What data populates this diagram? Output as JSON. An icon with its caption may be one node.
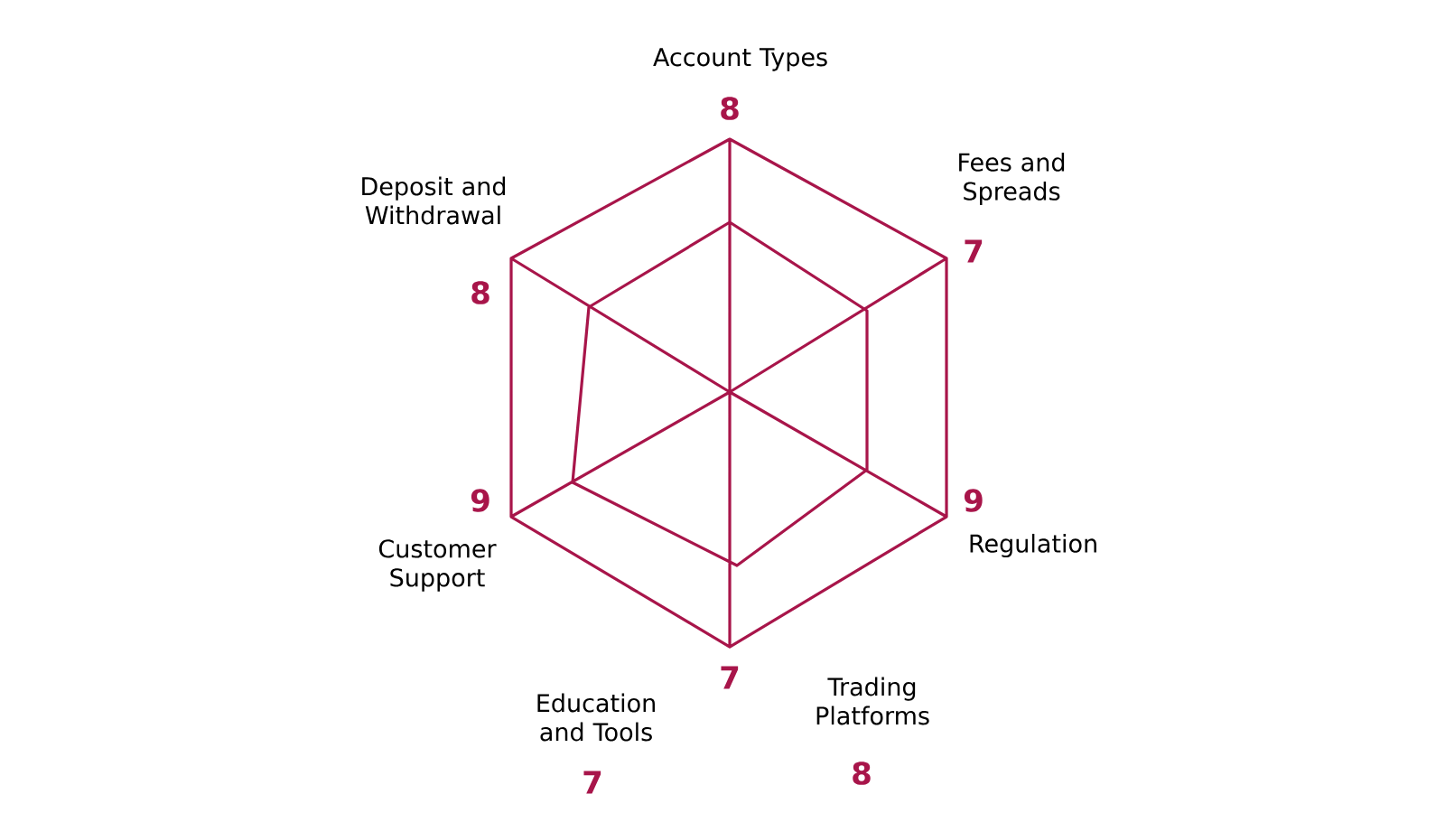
{
  "diagram": {
    "labels": [
      "Account Types",
      "8",
      "Deposit and Withdrawal",
      "Fees and Spreads",
      "8",
      "7",
      "9",
      "9",
      "Customer Support",
      "Regulation",
      "7",
      "Trading Platforms",
      "Education and Tools",
      "8",
      "7"
    ]
  }
}
